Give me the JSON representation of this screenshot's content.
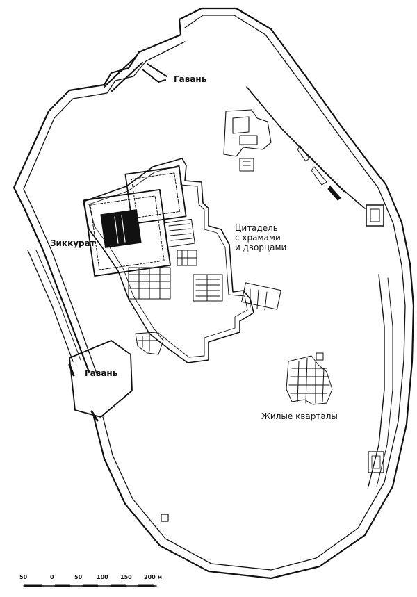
{
  "map": {
    "labels": {
      "harbor_north": "Гавань",
      "harbor_west": "Гавань",
      "ziggurat": "Зиккурат",
      "citadel_line1": "Цитадель",
      "citadel_line2": "с храмами",
      "citadel_line3": "и дворцами",
      "residential": "Жилые кварталы"
    },
    "scale_bar": {
      "ticks": [
        "50",
        "0",
        "50",
        "100",
        "150",
        "200 м"
      ]
    }
  }
}
